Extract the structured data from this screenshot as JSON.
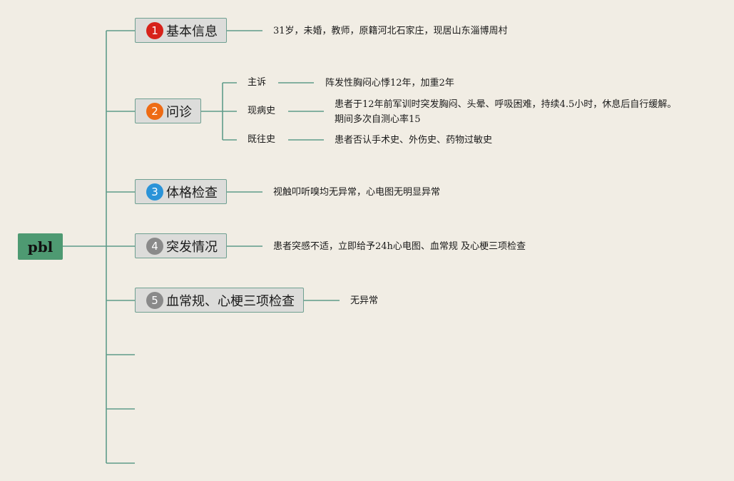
{
  "root": "pbl",
  "topics": [
    {
      "num": "1",
      "label": "基本信息",
      "color": "#d7221a",
      "detail": "31岁，未婚，教师，原籍河北石家庄，现居山东淄博周村"
    },
    {
      "num": "2",
      "label": "问诊",
      "color": "#ee6b14"
    },
    {
      "num": "3",
      "label": "体格检查",
      "color": "#2a93d8",
      "detail": "视触叩听嗅均无异常，心电图无明显异常"
    },
    {
      "num": "4",
      "label": "突发情况",
      "color": "#8a8a8a",
      "detail": "患者突感不适，立即给予24h心电图、血常规 及心梗三项检查"
    },
    {
      "num": "5",
      "label": "血常规、心梗三项检查",
      "color": "#8a8a8a",
      "detail": "无异常"
    }
  ],
  "inquiry": [
    {
      "label": "主诉",
      "detail": "阵发性胸闷心悸12年，加重2年"
    },
    {
      "label": "现病史",
      "detail": "患者于12年前军训时突发胸闷、头晕、呼吸困难，持续4.5小时，休息后自行缓解。期间多次自测心率15"
    },
    {
      "label": "既往史",
      "detail": "患者否认手术史、外伤史、药物过敏史"
    }
  ],
  "colors": {
    "line": "#5f9c8a",
    "root_bg": "#4e9a72",
    "background": "#f1ede4"
  }
}
